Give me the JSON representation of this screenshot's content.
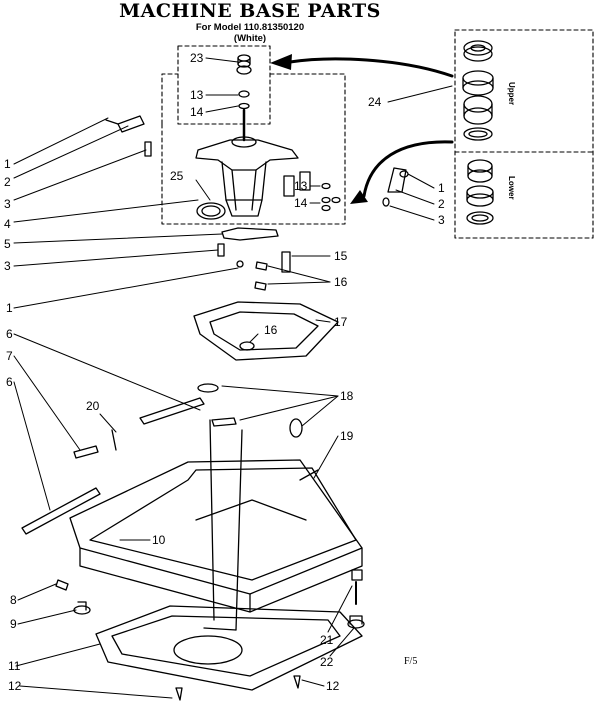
{
  "header": {
    "title": "MACHINE BASE PARTS",
    "model_line": "For Model 110.81350120",
    "color_line": "(White)"
  },
  "bearing_kit": {
    "upper_label": "Upper",
    "lower_label": "Lower"
  },
  "callouts": [
    "1",
    "2",
    "3",
    "4",
    "5",
    "3",
    "1",
    "6",
    "7",
    "6",
    "8",
    "9",
    "11",
    "12",
    "23",
    "13",
    "14",
    "25",
    "13",
    "14",
    "1",
    "2",
    "3",
    "24",
    "15",
    "16",
    "16",
    "17",
    "18",
    "19",
    "20",
    "10",
    "21",
    "22",
    "12"
  ],
  "page_number": "F/5"
}
